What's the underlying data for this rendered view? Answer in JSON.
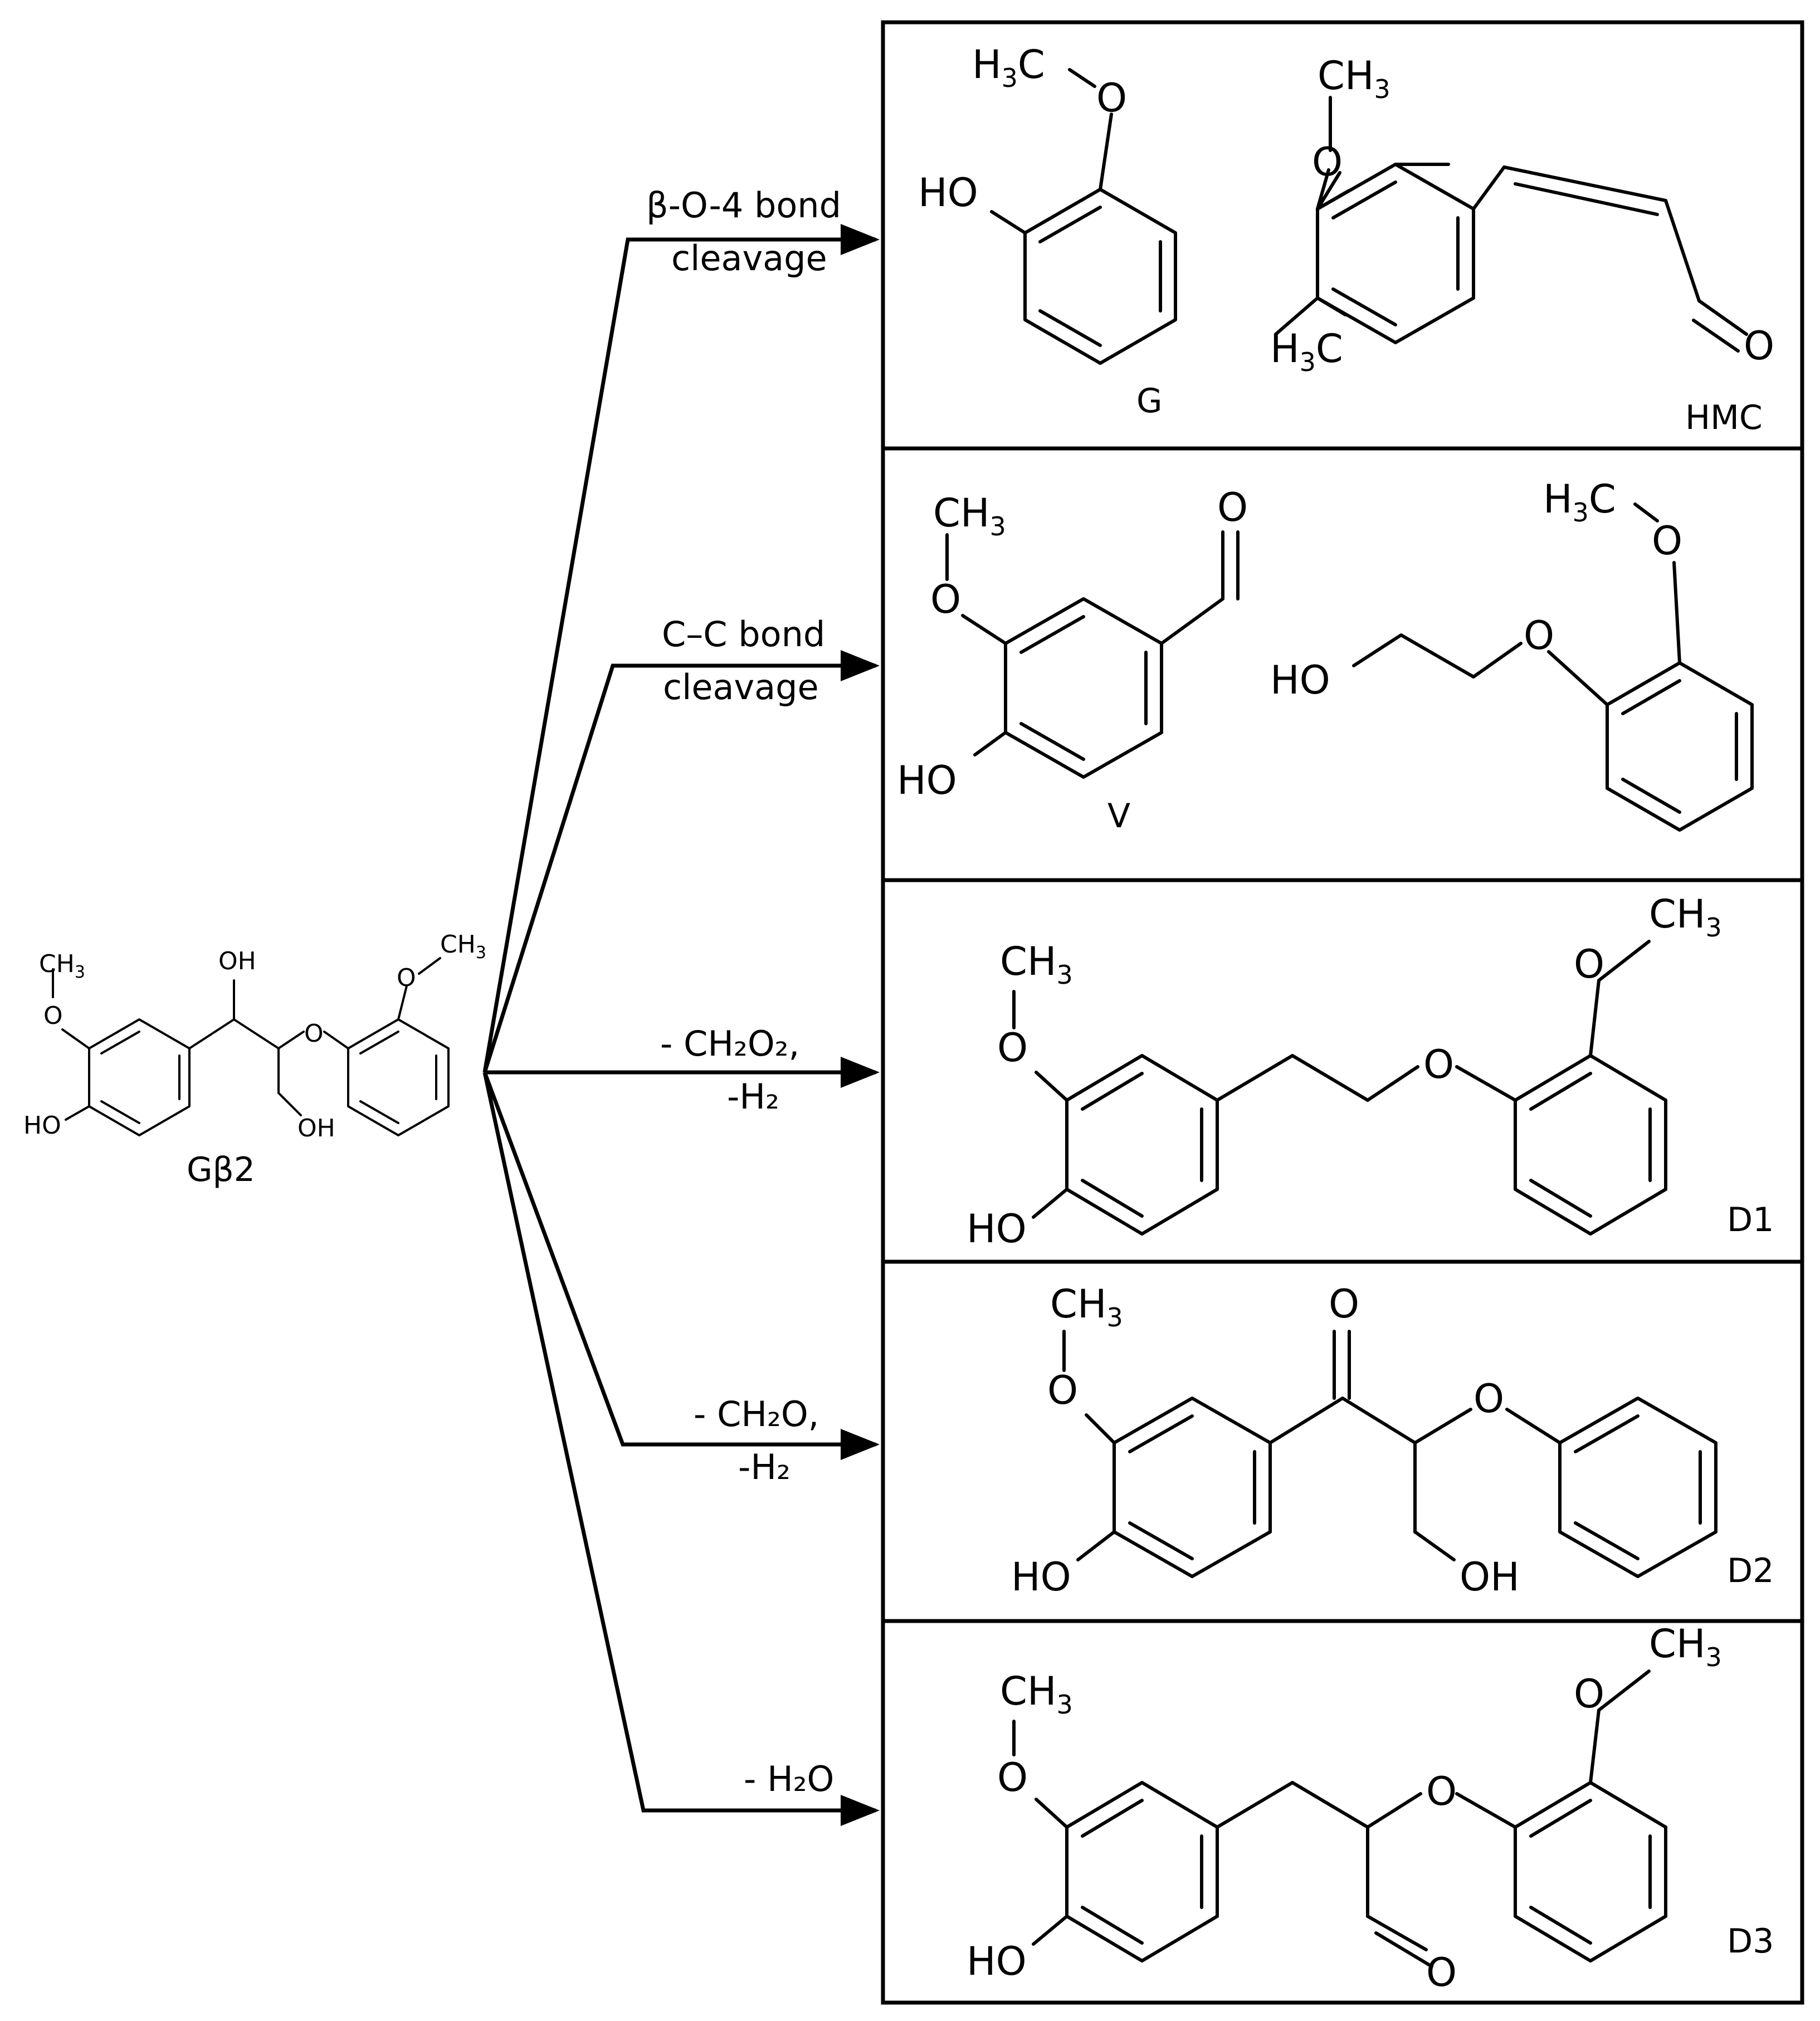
{
  "reactant": {
    "label": "Gβ2"
  },
  "pathways": [
    {
      "id": "beta-o4",
      "label_line1": "β-O-4 bond",
      "label_line2": "cleavage",
      "products": [
        "G",
        "HMC"
      ]
    },
    {
      "id": "cc",
      "label_line1": "C–C bond",
      "label_line2": "cleavage",
      "products": [
        "V",
        ""
      ]
    },
    {
      "id": "ch2o2",
      "label_line1": "- CH₂O₂,",
      "label_line2": "-H₂",
      "products": [
        "D1"
      ]
    },
    {
      "id": "ch2o",
      "label_line1": "- CH₂O,",
      "label_line2": "-H₂",
      "products": [
        "D2"
      ]
    },
    {
      "id": "h2o",
      "label_line1": "- H₂O",
      "label_line2": "",
      "products": [
        "D3"
      ]
    }
  ],
  "product_labels": {
    "G": "G",
    "HMC": "HMC",
    "V": "V",
    "D1": "D1",
    "D2": "D2",
    "D3": "D3"
  },
  "atoms": {
    "O": "O",
    "HO": "HO",
    "OH": "OH",
    "CH3": "CH",
    "H3C": "H",
    "sub3": "3",
    "C": "C"
  }
}
